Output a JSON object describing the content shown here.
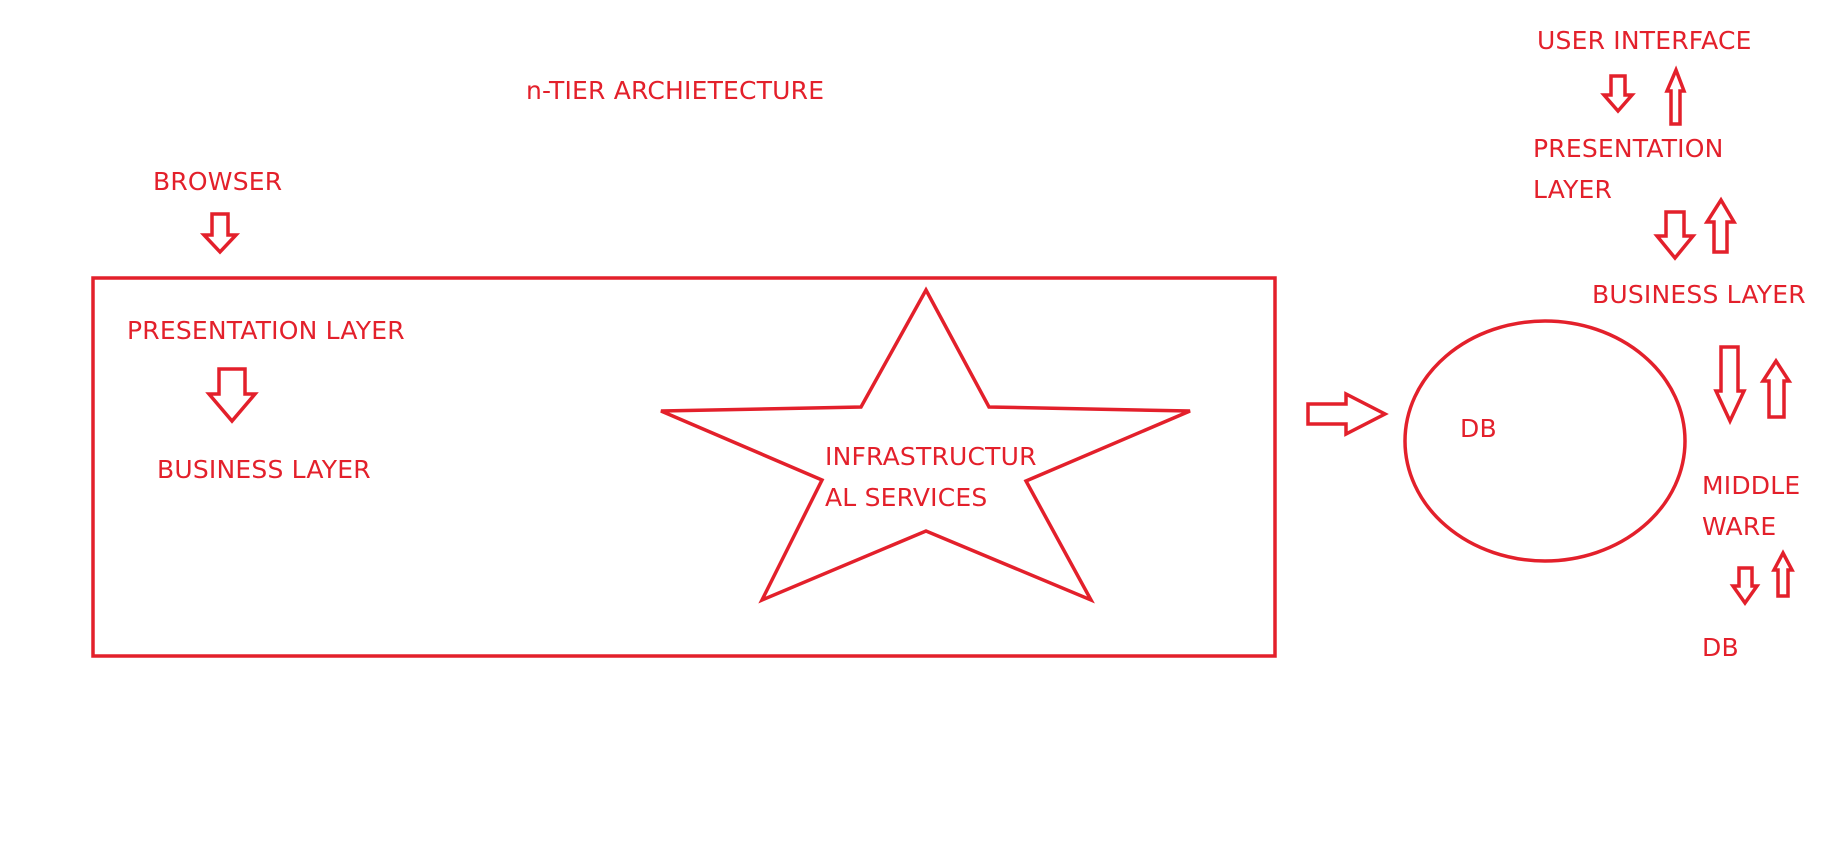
{
  "diagram": {
    "stroke_color": "#e3202b",
    "title": "n-TIER ARCHIETECTURE",
    "left": {
      "browser": "BROWSER",
      "presentation_layer": "PRESENTATION LAYER",
      "business_layer": "BUSINESS LAYER",
      "infrastructure_services": "INFRASTRUCTUR\nAL SERVICES"
    },
    "database_node": "DB",
    "right_stack": {
      "user_interface": "USER INTERFACE",
      "presentation_layer": "PRESENTATION\nLAYER",
      "business_layer": "BUSINESS LAYER",
      "middleware": "MIDDLE\nWARE",
      "db": "DB"
    }
  }
}
